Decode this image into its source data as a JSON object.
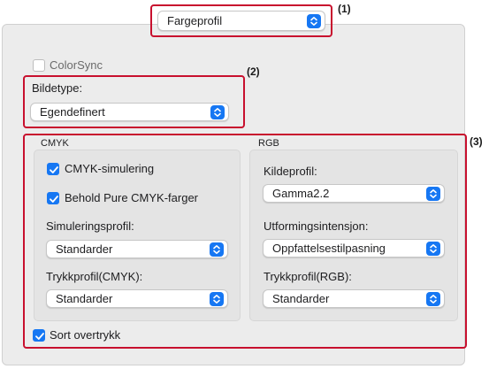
{
  "top_popup": {
    "value": "Fargeprofil"
  },
  "callouts": {
    "one": "(1)",
    "two": "(2)",
    "three": "(3)"
  },
  "colorsync": {
    "label": "ColorSync",
    "checked": false
  },
  "image_type": {
    "label": "Bildetype:",
    "value": "Egendefinert"
  },
  "cmyk": {
    "title": "CMYK",
    "simulation": {
      "label": "CMYK-simulering",
      "checked": true
    },
    "keep_pure": {
      "label": "Behold Pure CMYK-farger",
      "checked": true
    },
    "simulation_profile": {
      "label": "Simuleringsprofil:",
      "value": "Standarder"
    },
    "print_profile": {
      "label": "Trykkprofil(CMYK):",
      "value": "Standarder"
    }
  },
  "rgb": {
    "title": "RGB",
    "source_profile": {
      "label": "Kildeprofil:",
      "value": "Gamma2.2"
    },
    "rendering_intent": {
      "label": "Utformingsintensjon:",
      "value": "Oppfattelsestilpasning"
    },
    "print_profile": {
      "label": "Trykkprofil(RGB):",
      "value": "Standarder"
    }
  },
  "black_overprint": {
    "label": "Sort overtrykk",
    "checked": true
  },
  "colors": {
    "accent": "#1677f3",
    "callout": "#c8102e"
  },
  "icons": {
    "stepper": "chevron-up-down-icon",
    "check": "checkmark-icon"
  }
}
